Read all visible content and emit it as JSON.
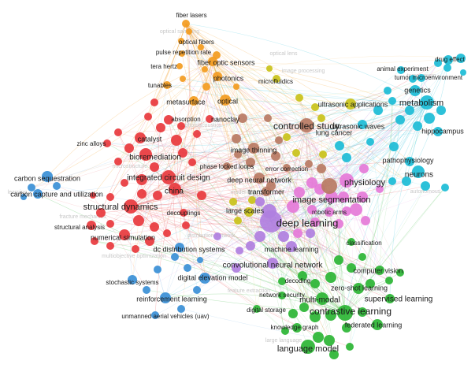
{
  "colors": {
    "orange": "#f39b1e",
    "red": "#e8383d",
    "blue": "#3a8fd6",
    "cyan": "#1bbcd6",
    "olive": "#c9c21a",
    "brown": "#b97a63",
    "pink": "#e57ad8",
    "purple": "#b07fe0",
    "green": "#2bb534"
  },
  "labels": {
    "fiber_lasers": "fiber lasers",
    "optical_fibers": "optical fibers",
    "pulse_repetition_rate": "pulse repetition rate",
    "tera_hertz": "tera hertz",
    "fiber_optic_sensors": "fiber optic sensors",
    "photonics": "photonics",
    "tunables": "tunables",
    "metasurface": "metasurface",
    "optical": "optical",
    "microfluidics": "microfluidics",
    "absorption": "absorption",
    "nanoclay": "nanoclay",
    "zinc_alloys": "zinc alloys",
    "catalyst": "catalyst",
    "bioremediation": "bioremediation",
    "integrated_circuit_design": "integrated circuit design",
    "china": "china",
    "structural_dynamics": "structural dynamics",
    "structural_analysis": "structural analysis",
    "numerical_simulation": "numerical simulation",
    "decouplings": "decouplings",
    "dc_distribution_systems": "dc distribution systems",
    "stochastic_systems": "stochastic systems",
    "digital_elevation_model": "digital elevation model",
    "reinforcement_learning": "reinforcement learning",
    "uav": "unmanned aerial vehicles (uav)",
    "carbon_sequestration": "carbon sequestration",
    "carbon_capture": "carbon capture and utilization",
    "controlled_study": "controlled study",
    "image_thinning": "image thinning",
    "phase_locked_loops": "phase locked loops",
    "error_correction": "error correction",
    "deep_neural_network": "deep neural network",
    "transformer": "transformer",
    "large_scales": "large scales",
    "physiology": "physiology",
    "image_segmentation": "image segmentation",
    "robotic_arms": "robotic arms",
    "deep_learning": "deep learning",
    "machine_learning": "machine learning",
    "convolutional_neural_network": "convolutional neural network",
    "classification": "classification",
    "decoding": "decoding",
    "network_security": "network security",
    "digital_storage": "digital storage",
    "computer_vision": "computer vision",
    "zero_shot_learning": "zero-shot learning",
    "multi_modal": "multi-modal",
    "supervised_learning": "supervised learning",
    "contrastive_learning": "contrastive learning",
    "knowledge_graph": "knowledge graph",
    "federated_learning": "federated learning",
    "language_model": "language model",
    "ultrasonic_applications": "ultrasonic applications",
    "ultrasonic_waves": "ultrasonic waves",
    "lung_cancer": "lung cancer",
    "pathophysiology": "pathophysiology",
    "neurons": "neurons",
    "metabolism": "metabolism",
    "genetics": "genetics",
    "animal_experiment": "animal experiment",
    "tumor_microenvironment": "tumor microenvironment",
    "drug_effect": "drug effect",
    "hippocampus": "hippocampus"
  }
}
